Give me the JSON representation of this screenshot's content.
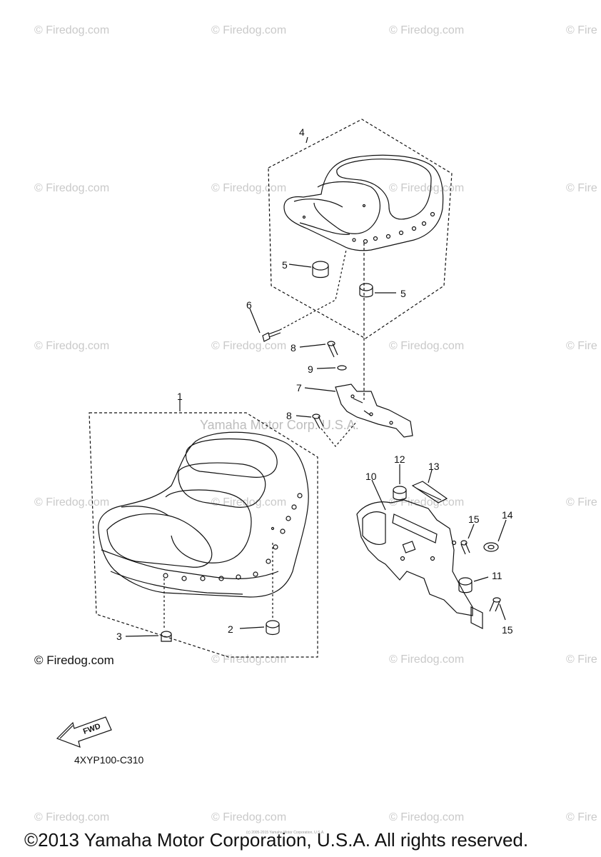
{
  "watermark_text": "© Firedog.com",
  "watermark_partial": "© Fire",
  "ghost_watermark": "Yamaha Motor Corp. U.S.A.",
  "credit": "© Firedog.com",
  "part_code": "4XYP100-C310",
  "fwd_label": "FWD",
  "tiny_copyright": "(c) 2005-2015 Yamaha Motor Corporation, U.S.A.",
  "footer": "©2013 Yamaha Motor Corporation, U.S.A. All rights reserved.",
  "callouts": {
    "c1": "1",
    "c2": "2",
    "c3": "3",
    "c4": "4",
    "c5a": "5",
    "c5b": "5",
    "c6": "6",
    "c7": "7",
    "c8a": "8",
    "c8b": "8",
    "c9": "9",
    "c10": "10",
    "c11": "11",
    "c12": "12",
    "c13": "13",
    "c14": "14",
    "c15a": "15",
    "c15b": "15"
  }
}
